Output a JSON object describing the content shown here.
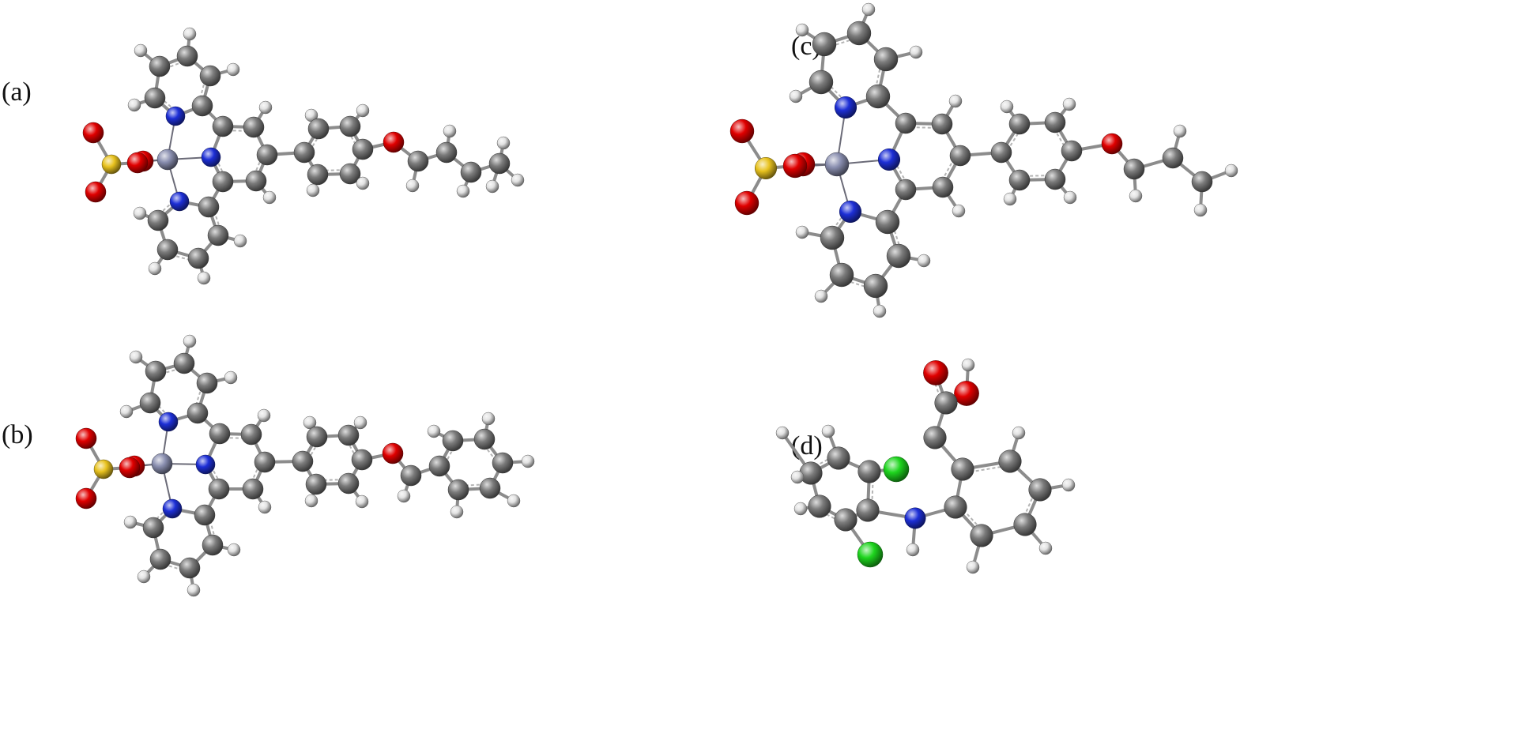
{
  "figure": {
    "panels": [
      {
        "id": "a",
        "label": "(a)"
      },
      {
        "id": "b",
        "label": "(b)"
      },
      {
        "id": "c",
        "label": "(c)"
      },
      {
        "id": "d",
        "label": "(d)"
      }
    ]
  },
  "atom_colors": {
    "C": "#7b7b7b",
    "H": "#e2e2e2",
    "N": "#1d2fd6",
    "O": "#e00000",
    "S": "#e8c21e",
    "Zn": "#8a8fb0",
    "Cl": "#1ed51e",
    "bond": "#8c8c8c"
  }
}
